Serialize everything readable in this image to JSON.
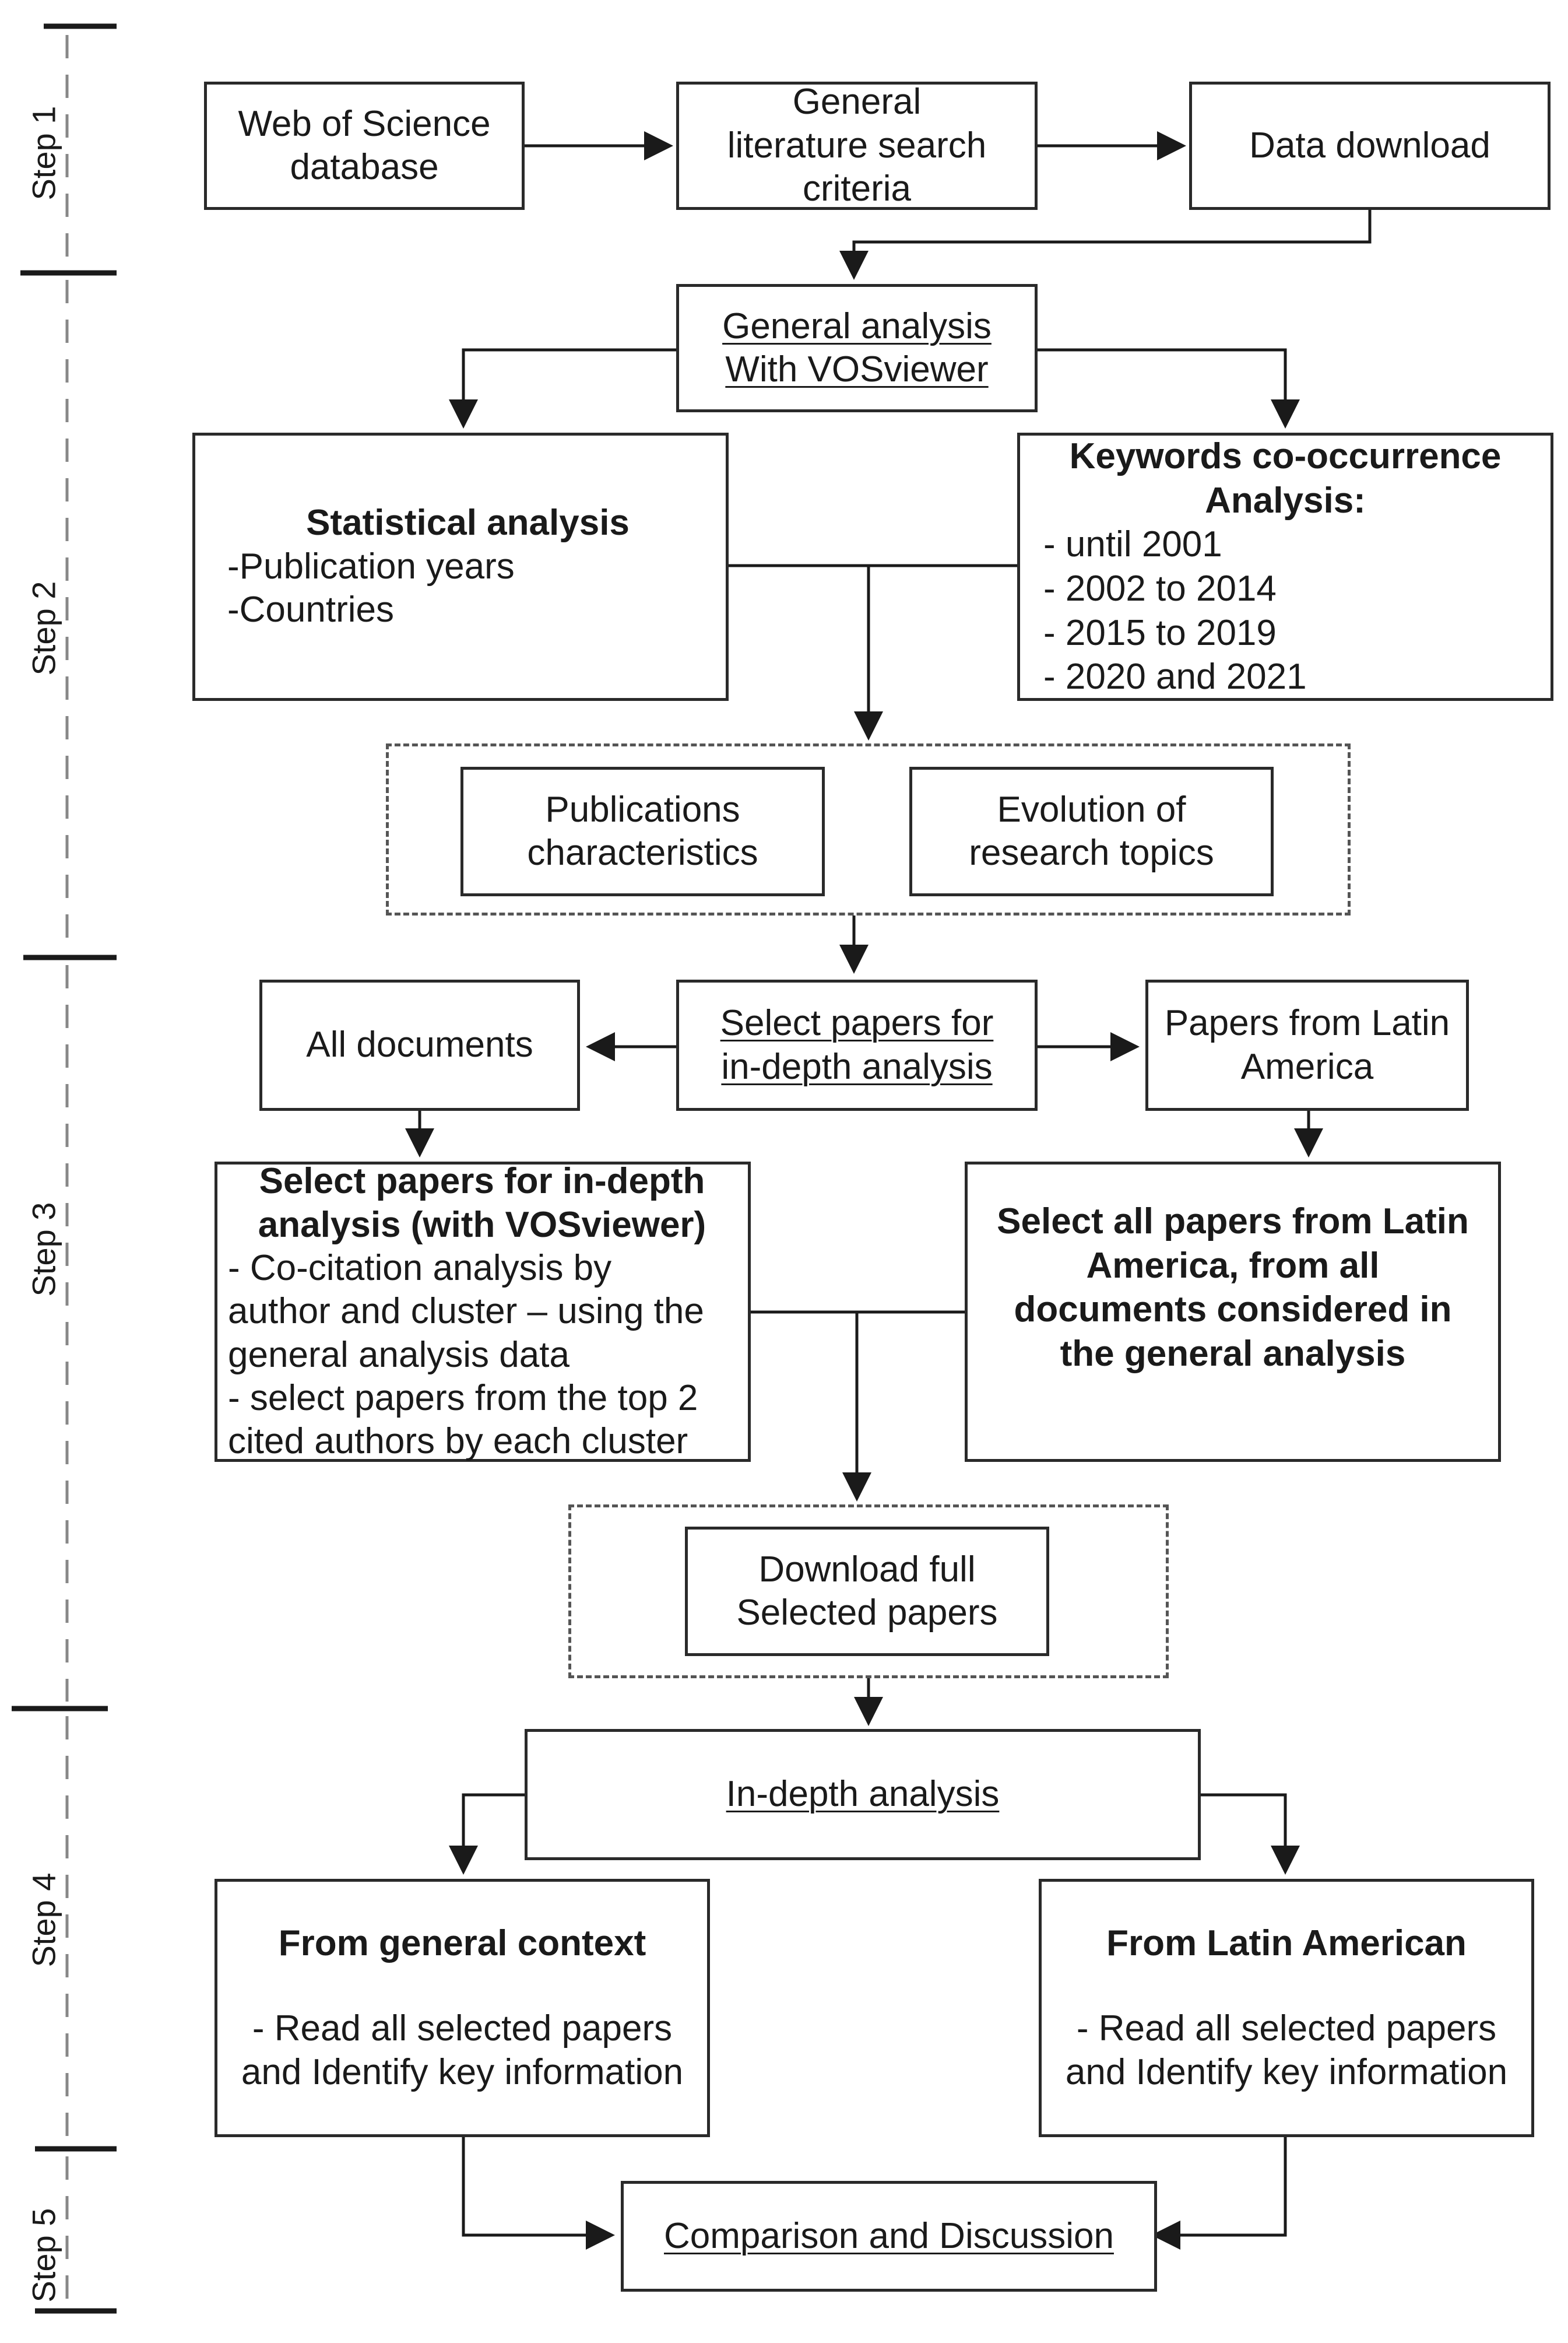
{
  "steps": [
    "Step 1",
    "Step 2",
    "Step 3",
    "Step 4",
    "Step 5"
  ],
  "step1": {
    "wos": [
      "Web of Science",
      "database"
    ],
    "criteria": [
      "General",
      "literature search",
      "criteria"
    ],
    "download": "Data download"
  },
  "step2": {
    "general": [
      "General analysis",
      "With VOSviewer"
    ],
    "stats_title": "Statistical analysis",
    "stats_items": [
      "-Publication years",
      "-Countries"
    ],
    "keywords_title": [
      "Keywords co-occurrence",
      "Analysis:"
    ],
    "keywords_items": [
      "- until 2001",
      "- 2002 to 2014",
      "- 2015 to 2019",
      "- 2020 and 2021"
    ],
    "pub_char": [
      "Publications",
      "characteristics"
    ],
    "evolution": [
      "Evolution of",
      "research topics"
    ]
  },
  "step3": {
    "all_docs": "All documents",
    "select": [
      "Select papers for",
      "in-depth analysis"
    ],
    "latin": [
      "Papers from Latin",
      "America"
    ],
    "select_left_title": [
      "Select papers for in-depth",
      "analysis (with VOSviewer)"
    ],
    "select_left_items": [
      "- Co-citation analysis by",
      "author and cluster – using the",
      "general analysis data",
      "- select papers from the top 2",
      "cited authors by each cluster"
    ],
    "select_right": [
      "Select all papers from Latin",
      "America, from all",
      "documents considered in",
      "the general analysis"
    ],
    "download_full": [
      "Download full",
      "Selected papers"
    ]
  },
  "step4": {
    "indepth": "In-depth analysis",
    "general_title": "From general context",
    "general_items": [
      "- Read all selected papers",
      "and Identify key information"
    ],
    "latin_title": "From Latin American",
    "latin_items": [
      "- Read all selected papers",
      "and Identify key information"
    ]
  },
  "step5": {
    "comparison": "Comparison and Discussion"
  }
}
